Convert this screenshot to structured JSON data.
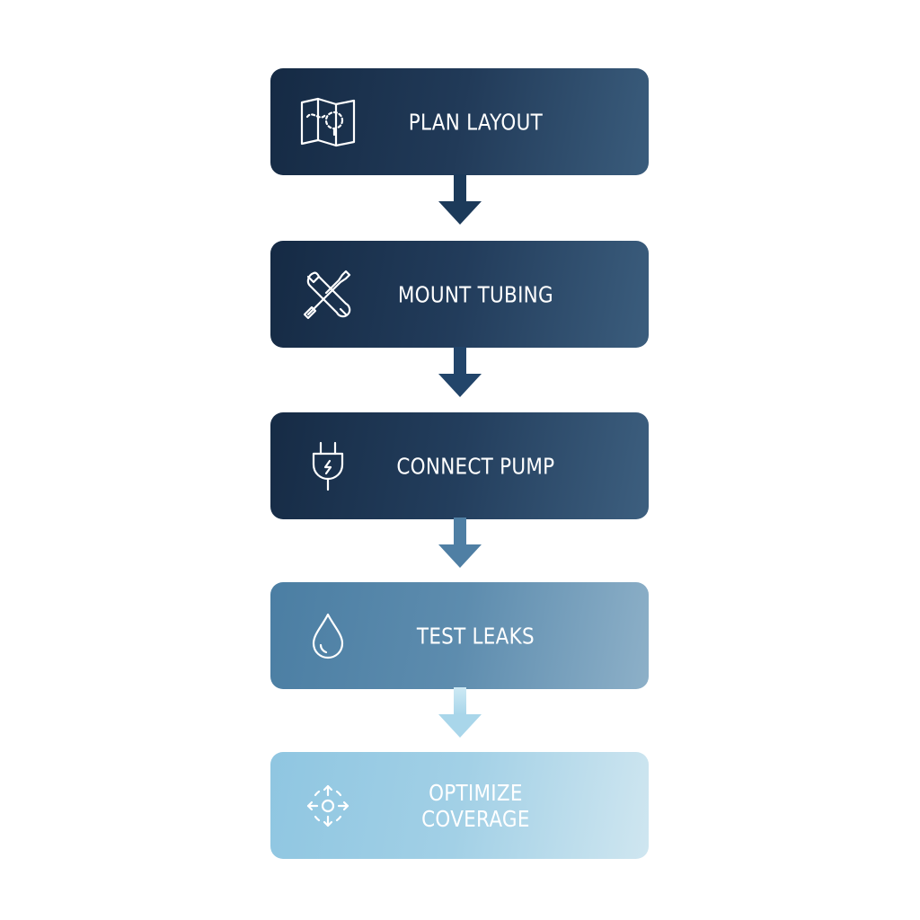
{
  "steps": [
    {
      "label": "PLAN LAYOUT",
      "icon": "map-icon"
    },
    {
      "label": "MOUNT TUBING",
      "icon": "wrench-screwdriver-icon"
    },
    {
      "label": "CONNECT PUMP",
      "icon": "plug-icon"
    },
    {
      "label": "TEST LEAKS",
      "icon": "water-drop-icon"
    },
    {
      "label": "OPTIMIZE COVERAGE",
      "icon": "target-icon"
    }
  ],
  "colors": {
    "dark_start": "#152a44",
    "dark_end": "#3a5c7c",
    "mid_start": "#4b7ea3",
    "mid_end": "#8db0c8",
    "light_start": "#8fc6e1",
    "light_end": "#cfe6f0",
    "arrow_dark": "#1c3a5a",
    "arrow_mid": "#4f7fa4",
    "arrow_light": "#a9d6ea"
  }
}
